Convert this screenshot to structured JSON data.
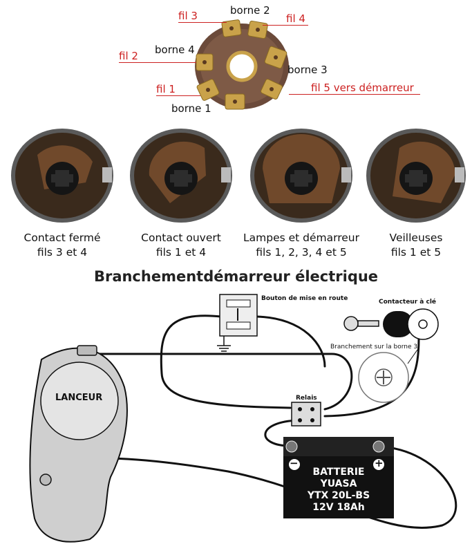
{
  "top_labels": {
    "borne_2": "borne 2",
    "borne_4": "borne 4",
    "borne_3": "borne 3",
    "borne_1": "borne 1",
    "fil_3": "fil 3",
    "fil_4": "fil 4",
    "fil_2": "fil 2",
    "fil_1": "fil 1",
    "fil_5": "fil 5 vers démarreur"
  },
  "positions": [
    {
      "line1": "Contact fermé",
      "line2": "fils 3 et 4"
    },
    {
      "line1": "Contact ouvert",
      "line2": "fils 1 et 4"
    },
    {
      "line1": "Lampes et démarreur",
      "line2": "fils 1, 2, 3, 4 et 5"
    },
    {
      "line1": "Veilleuses",
      "line2": "fils 1 et 5"
    }
  ],
  "title": "Branchementdémarreur électrique",
  "schematic": {
    "start_button": "Bouton de mise en route",
    "key_switch": "Contacteur à clé",
    "terminal_note": "Branchement sur la borne 3",
    "relay": "Relais",
    "starter": "LANCEUR",
    "battery": [
      "BATTERIE",
      "YUASA",
      "YTX 20L-BS",
      "12V 18Ah"
    ],
    "minus": "−",
    "plus": "+"
  },
  "colors": {
    "label_red": "#cc2020",
    "brass": "#c9a24a",
    "dial_dark": "#3a2a1c",
    "battery_body": "#111111",
    "starter_fill": "#cfcfcf"
  }
}
